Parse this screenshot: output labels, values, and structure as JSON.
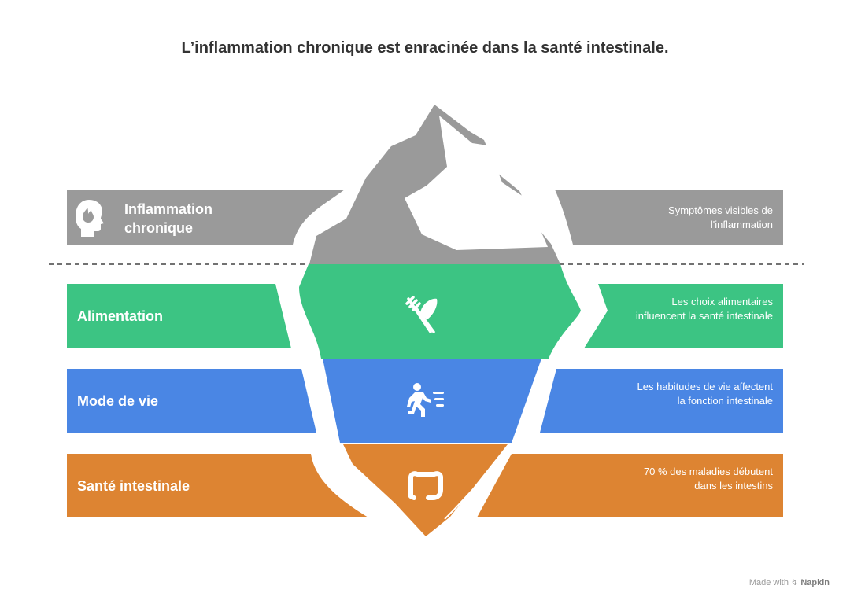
{
  "title": "L’inflammation chronique est enracinée dans la santé intestinale.",
  "colors": {
    "gray": "#9a9a9a",
    "green": "#3cc483",
    "blue": "#4a86e4",
    "orange": "#dd8432",
    "dash": "#444444"
  },
  "rows": [
    {
      "label": "Inflammation chronique",
      "description": "Symptômes visibles de l'inflammation",
      "icon": "head-flame-icon",
      "color": "#9a9a9a"
    },
    {
      "label": "Alimentation",
      "description": "Les choix alimentaires influencent la santé intestinale",
      "icon": "fork-knife-icon",
      "color": "#3cc483"
    },
    {
      "label": "Mode de vie",
      "description": "Les habitudes de vie affectent la fonction intestinale",
      "icon": "running-person-icon",
      "color": "#4a86e4"
    },
    {
      "label": "Santé intestinale",
      "description": "70 % des maladies débutent dans les intestins",
      "icon": "intestine-icon",
      "color": "#dd8432"
    }
  ],
  "footer": {
    "made_with": "Made with",
    "brand": "Napkin"
  }
}
